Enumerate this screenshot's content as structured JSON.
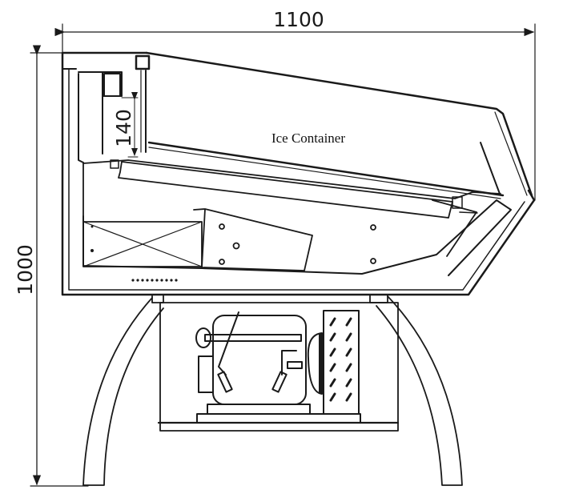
{
  "drawing": {
    "width_dimension": "1100",
    "height_dimension": "1000",
    "gap_dimension": "140",
    "label": "Ice Container"
  },
  "colors": {
    "line": "#1a1a1a",
    "background": "#ffffff"
  }
}
